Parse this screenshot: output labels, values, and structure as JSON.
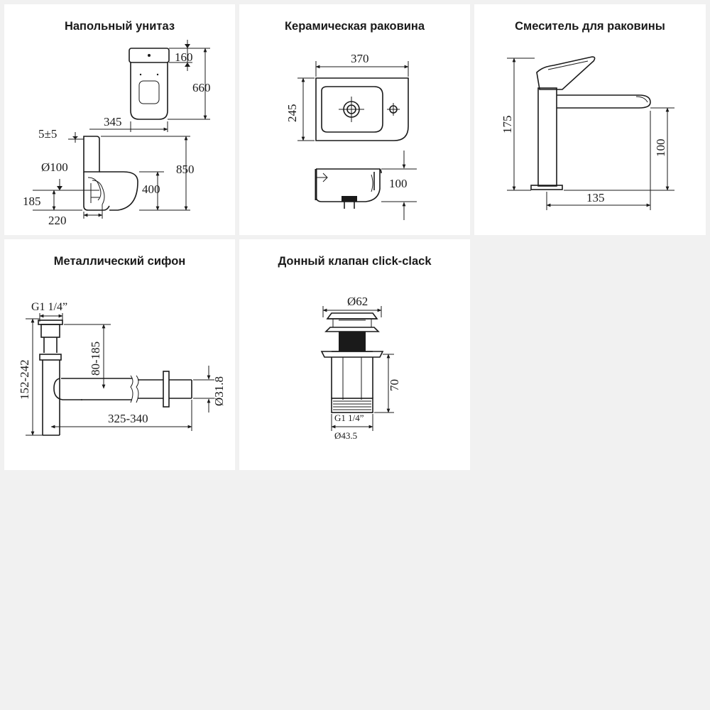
{
  "cards": [
    {
      "title": "Напольный унитаз",
      "dims": {
        "d160": "160",
        "d660": "660",
        "d345": "345",
        "d5": "5±5",
        "d850": "850",
        "d100": "Ø100",
        "d400": "400",
        "d185": "185",
        "d220": "220"
      }
    },
    {
      "title": "Керамическая раковина",
      "dims": {
        "d370": "370",
        "d245": "245",
        "d100": "100"
      }
    },
    {
      "title": "Смеситель для раковины",
      "dims": {
        "d175": "175",
        "d100": "100",
        "d135": "135"
      }
    },
    {
      "title": "Металлический сифон",
      "dims": {
        "g": "G1 1/4”",
        "d152": "152-242",
        "d80": "80-185",
        "d31": "Ø31.8",
        "d325": "325-340"
      }
    },
    {
      "title": "Донный клапан click-clack",
      "dims": {
        "d62": "Ø62",
        "d70": "70",
        "g": "G1 1/4”",
        "d43": "Ø43.5"
      }
    }
  ]
}
